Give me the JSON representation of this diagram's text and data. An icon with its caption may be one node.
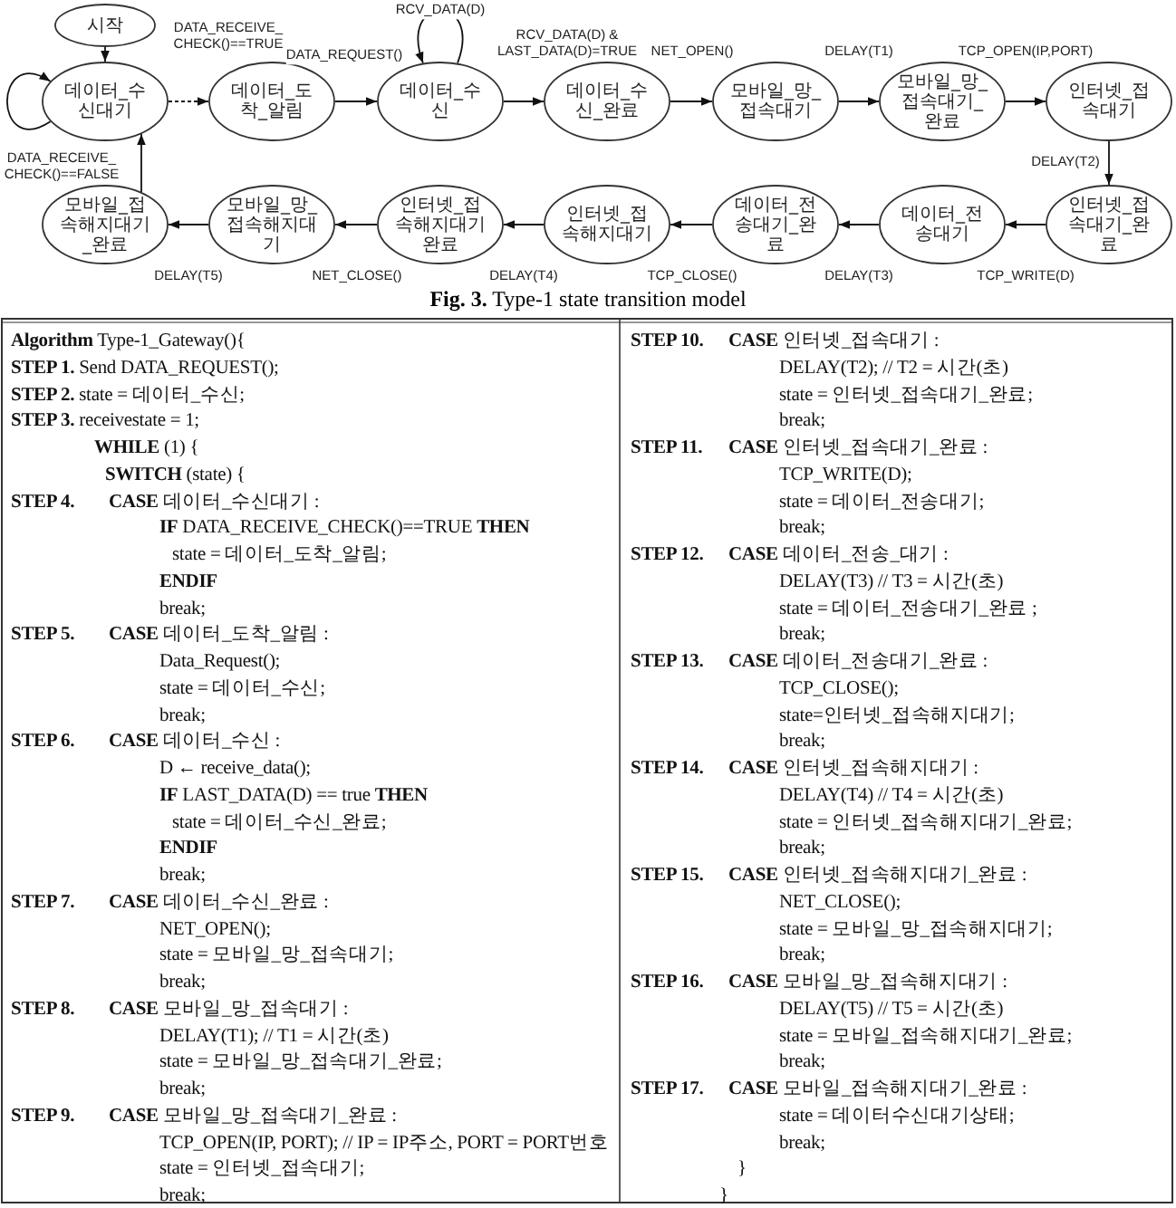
{
  "diagram": {
    "caption": "**Fig. 3.** Type-1 state transition model",
    "nodes": [
      {
        "text": [
          "시작"
        ]
      },
      {
        "text": [
          "데이터_수신대기"
        ]
      },
      {
        "text": [
          "데이터_도착_알림"
        ]
      },
      {
        "text": [
          "데이터_수신"
        ]
      },
      {
        "text": [
          "데이터_수신_완료"
        ]
      },
      {
        "text": [
          "모바일_망_접속대기"
        ]
      },
      {
        "text": [
          "모바일_망_접속대기_완료"
        ]
      },
      {
        "text": [
          "인터넷_접속대기"
        ]
      },
      {
        "text": [
          "인터넷_접속대기_완료"
        ]
      },
      {
        "text": [
          "데이터_전송대기"
        ]
      },
      {
        "text": [
          "데이터_전송대기_완료"
        ]
      },
      {
        "text": [
          "인터넷_접속해지대기"
        ]
      },
      {
        "text": [
          "인터넷_접속해지대기완료"
        ]
      },
      {
        "text": [
          "모바일_망_접속해지대기"
        ]
      },
      {
        "text": [
          "모바일_접속해지대기_완료"
        ]
      }
    ],
    "edges": [
      {
        "from": 0,
        "to": 1,
        "arrow": "to"
      },
      {
        "from": 1,
        "to": 1,
        "arrow": "to",
        "label": "DATA_RECEIVE_CHECK()==FALSE"
      },
      {
        "from": 1,
        "to": 2,
        "arrow": "to",
        "label": "DATA_RECEIVE_CHECK()==TRUE",
        "style": "dashed"
      },
      {
        "from": 2,
        "to": 3,
        "arrow": "to",
        "label": "DATA_REQUEST()"
      },
      {
        "from": 3,
        "to": 3,
        "arrow": "to",
        "label": "RCV_DATA(D)"
      },
      {
        "from": 3,
        "to": 4,
        "arrow": "to",
        "label": "RCV_DATA(D) & LAST_DATA(D)=TRUE"
      },
      {
        "from": 4,
        "to": 5,
        "arrow": "to",
        "label": "NET_OPEN()"
      },
      {
        "from": 5,
        "to": 6,
        "arrow": "to",
        "label": "DELAY(T1)"
      },
      {
        "from": 6,
        "to": 7,
        "arrow": "to",
        "label": "TCP_OPEN(IP,PORT)"
      },
      {
        "from": 7,
        "to": 8,
        "arrow": "to",
        "label": "DELAY(T2)"
      },
      {
        "from": 8,
        "to": 9,
        "arrow": "to",
        "label": "TCP_WRITE(D)"
      },
      {
        "from": 9,
        "to": 10,
        "arrow": "to",
        "label": "DELAY(T3)"
      },
      {
        "from": 10,
        "to": 11,
        "arrow": "to",
        "label": "TCP_CLOSE()"
      },
      {
        "from": 11,
        "to": 12,
        "arrow": "to",
        "label": "DELAY(T4)"
      },
      {
        "from": 12,
        "to": 13,
        "arrow": "to",
        "label": "NET_CLOSE()"
      },
      {
        "from": 13,
        "to": 14,
        "arrow": "to",
        "label": "DELAY(T5)"
      },
      {
        "from": 14,
        "to": 1,
        "arrow": "to"
      }
    ],
    "labels": [
      "**Algorithm** Type-1_Gateway(){",
      "**STEP 1.** Send DATA_REQUEST();",
      "**STEP 2.** state = 데이터_수신;",
      "**STEP 3.** receivestate = 1;",
      "**WHILE** (1) {",
      "**SWITCH** (state) {",
      "STEP 4.",
      "**CASE** 데이터_수신대기 :",
      "**IF** DATA_RECEIVE_CHECK()==TRUE **THEN**",
      "state = 데이터_도착_알림;",
      "**ENDIF**",
      "break;",
      "STEP 5.",
      "**CASE** 데이터_도착_알림 :",
      "Data_Request();",
      "state = 데이터_수신;",
      "break;",
      "STEP 6.",
      "**CASE** 데이터_수신 :",
      "D ← receive_data();",
      "**IF** LAST_DATA(D) == true **THEN**",
      "state = 데이터_수신_완료;",
      "**ENDIF**",
      "break;",
      "STEP 7.",
      "**CASE** 데이터_수신_완료 :",
      "NET_OPEN();",
      "state = 모바일_망_접속대기;",
      "break;",
      "STEP 8.",
      "**CASE** 모바일_망_접속대기 :",
      "DELAY(T1); // T1 = 시간(초)",
      "state = 모바일_망_접속대기_완료;",
      "break;",
      "STEP 9.",
      "**CASE** 모바일_망_접속대기_완료 :",
      "TCP_OPEN(IP, PORT); // IP = IP주소, PORT = PORT번호",
      "state = 인터넷_접속대기;",
      "break;",
      "STEP 10.",
      "**CASE** 인터넷_접속대기 :",
      "DELAY(T2); // T2 = 시간(초)",
      "state = 인터넷_접속대기_완료;",
      "break;",
      "STEP 11.",
      "**CASE** 인터넷_접속대기_완료 :",
      "TCP_WRITE(D);",
      "state = 데이터_전송대기;",
      "break;",
      "STEP 12.",
      "**CASE** 데이터_전송_대기 :",
      "DELAY(T3) // T3 = 시간(초)",
      "state = 데이터_전송대기_완료 ;",
      "break;",
      "STEP 13.",
      "**CASE** 데이터_전송대기_완료 :",
      "TCP_CLOSE();",
      "state=인터넷_접속해지대기;",
      "break;",
      "STEP 14.",
      "**CASE** 인터넷_접속해지대기 :",
      "DELAY(T4) // T4 = 시간(초)",
      "state = 인터넷_접속해지대기_완료;",
      "break;",
      "STEP 15.",
      "**CASE** 인터넷_접속해지대기_완료 :",
      "NET_CLOSE();",
      "state = 모바일_망_접속해지대기;",
      "break;",
      "STEP 16.",
      "**CASE** 모바일_망_접속해지대기 :",
      "DELAY(T5) // T5 = 시간(초)",
      "state = 모바일_접속해지대기_완료;",
      "break;",
      "STEP 17.",
      "**CASE** 모바일_접속해지대기_완료 :",
      "state = 데이터수신대기상태;",
      "break;",
      "}",
      "}"
    ]
  }
}
